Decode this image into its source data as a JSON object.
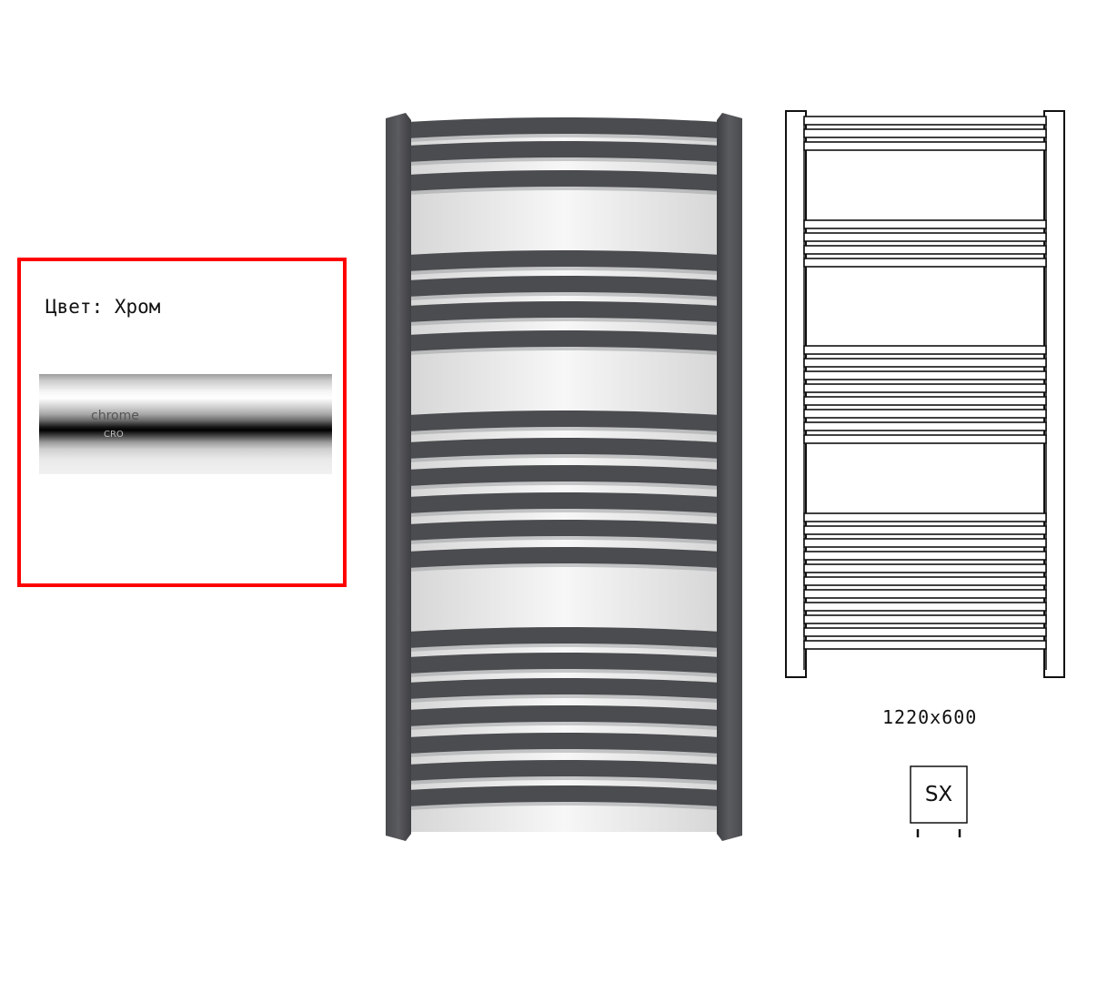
{
  "color_panel": {
    "label": "Цвет: Хром",
    "swatch_name": "chrome",
    "swatch_code": "CRO",
    "border_color": "#ff0000"
  },
  "product": {
    "finish_shown": "anthracite"
  },
  "drawing": {
    "size": "1220x600"
  },
  "connection": {
    "label": "SX"
  }
}
